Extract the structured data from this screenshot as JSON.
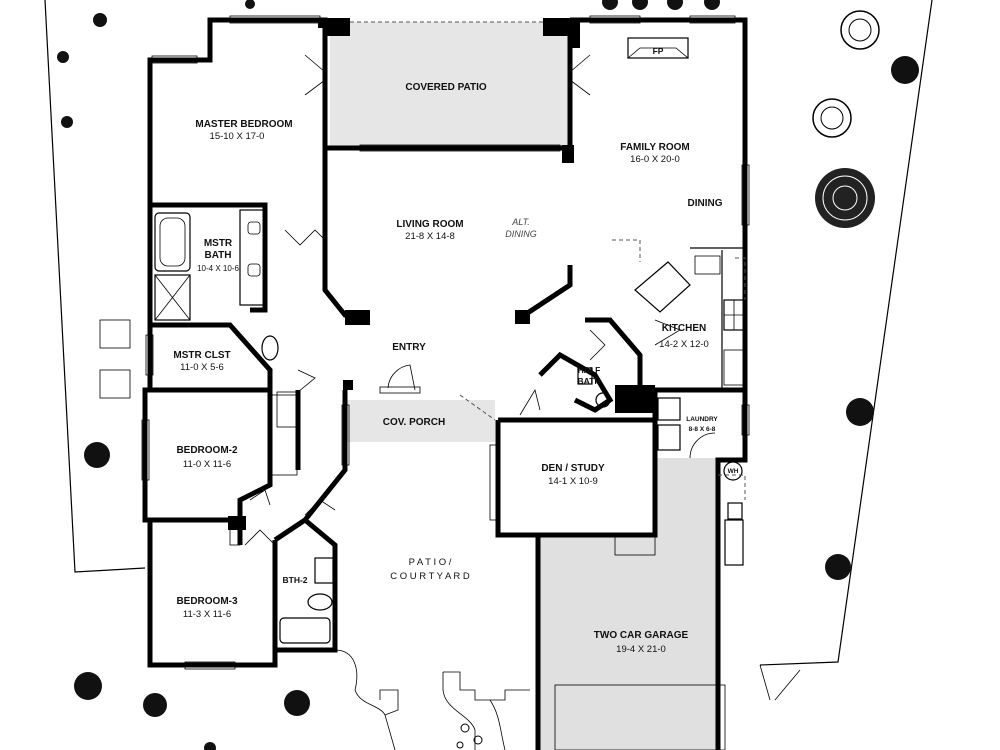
{
  "rooms": {
    "covered_patio": {
      "label": "COVERED PATIO"
    },
    "master_bedroom": {
      "label": "MASTER BEDROOM",
      "dim": "15-10  X  17-0"
    },
    "family_room": {
      "label": "FAMILY ROOM",
      "dim": "16-0  X  20-0"
    },
    "fireplace": {
      "label": "FP"
    },
    "living_room": {
      "label": "LIVING ROOM",
      "dim": "21-8  X  14-8"
    },
    "alt_dining": {
      "line1": "ALT.",
      "line2": "DINING"
    },
    "dining": {
      "label": "DINING"
    },
    "mstr_bath": {
      "line1": "MSTR",
      "line2": "BATH",
      "dim": "10-4  X  10-6"
    },
    "kitchen": {
      "label": "KITCHEN",
      "dim": "14-2  X  12-0"
    },
    "mstr_clst": {
      "label": "MSTR  CLST",
      "dim": "11-0  X 5-6"
    },
    "entry": {
      "label": "ENTRY"
    },
    "half_bath": {
      "line1": "HALF",
      "line2": "BATH"
    },
    "laundry": {
      "label": "LAUNDRY",
      "dim": "8-8 X 6-8"
    },
    "cov_porch": {
      "label": "COV. PORCH"
    },
    "bedroom_2": {
      "label": "BEDROOM-2",
      "dim": "11-0  X  11-6"
    },
    "den_study": {
      "label": "DEN / STUDY",
      "dim": "14-1  X  10-9"
    },
    "water_heater": {
      "label": "WH"
    },
    "patio_courtyard": {
      "line1": "P A T I O  /",
      "line2": "C O U R T Y A R D"
    },
    "bth_2": {
      "label": "BTH-2"
    },
    "bedroom_3": {
      "label": "BEDROOM-3",
      "dim": "11-3  X  11-6"
    },
    "garage": {
      "label": "TWO CAR GARAGE",
      "dim": "19-4  X  21-0"
    }
  }
}
